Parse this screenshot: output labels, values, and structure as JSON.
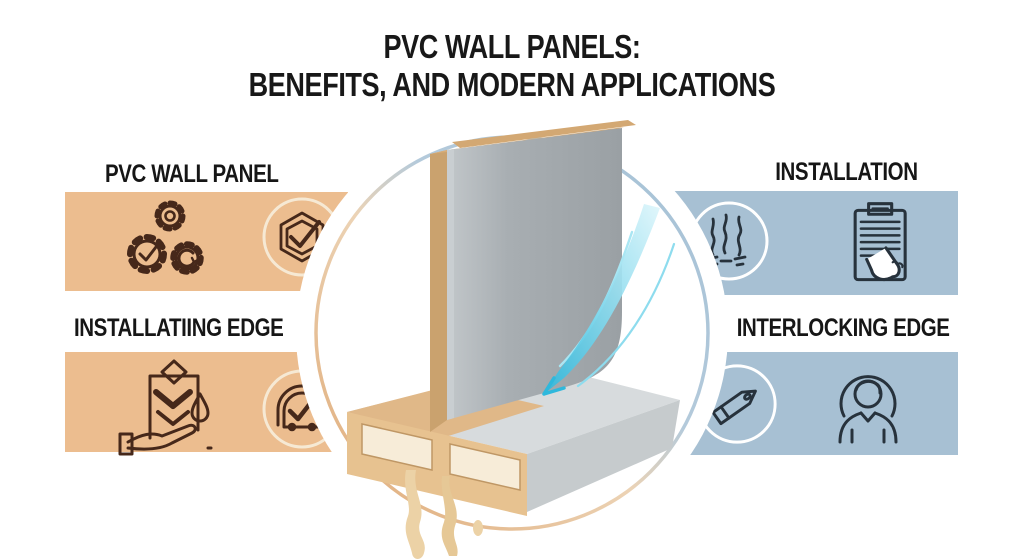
{
  "title": {
    "line1": "PVC WALL PANELS:",
    "line2": "BENEFITS, AND MODERN APPLICATIONS"
  },
  "sections": {
    "top_left": {
      "heading": "PVC WALL PANEL",
      "band_color": "#ecbd8f",
      "icons": [
        "gears-icon",
        "shield-check-badge-icon"
      ]
    },
    "bottom_left": {
      "heading": "INSTALLATIING EDGE",
      "band_color": "#ecbd8f",
      "icons": [
        "hand-check-droplet-icon",
        "gauge-check-badge-icon"
      ]
    },
    "top_right": {
      "heading": "INSTALLATION",
      "band_color": "#a7c0d3",
      "icons": [
        "steam-badge-icon",
        "clipboard-pointing-hand-icon"
      ]
    },
    "bottom_right": {
      "heading": "INTERLOCKING EDGE",
      "band_color": "#a7c0d3",
      "icons": [
        "utility-knife-badge-icon",
        "person-icon"
      ]
    }
  },
  "center": {
    "illustration": "pvc-wall-panel-cross-section",
    "ring_colors": [
      "#dfa873",
      "#a3c0d5"
    ],
    "panel_colors": {
      "surface_gray": "#a5abae",
      "top_gray": "#d7dbdd",
      "wood_core": "#e2bb8a",
      "adhesive": "#ecd2a6",
      "airflow": "#3fbfe0"
    }
  },
  "colors": {
    "background": "#ffffff",
    "text": "#161616",
    "icon_stroke_left": "#46281a",
    "icon_stroke_right": "#27323c"
  }
}
